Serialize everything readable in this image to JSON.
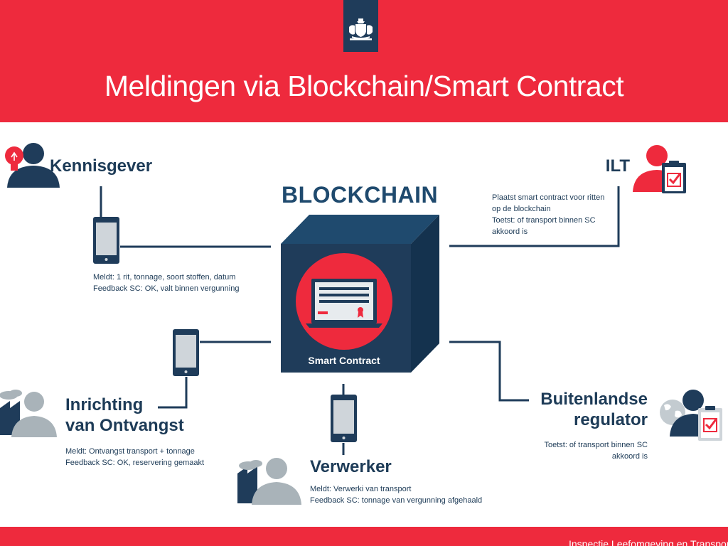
{
  "header": {
    "title": "Meldingen via Blockchain/Smart Contract"
  },
  "blockchain": {
    "title": "BLOCKCHAIN",
    "contract_label": "Smart Contract"
  },
  "actors": {
    "kennisgever": {
      "name": "Kennisgever",
      "desc": "Meldt: 1 rit, tonnage, soort stoffen, datum\nFeedback SC: OK, valt binnen vergunning"
    },
    "ilt": {
      "name": "ILT",
      "desc": "Plaatst smart contract voor ritten\nop de blockchain\nToetst: of transport binnen SC\nakkoord is"
    },
    "inrichting": {
      "name_line1": "Inrichting",
      "name_line2": "van Ontvangst",
      "desc": "Meldt: Ontvangst transport + tonnage\nFeedback SC: OK, reservering gemaakt"
    },
    "verwerker": {
      "name": "Verwerker",
      "desc": "Meldt: Verwerki van transport\nFeedback SC: tonnage van vergunning afgehaald"
    },
    "buitenlandse": {
      "name_line1": "Buitenlandse",
      "name_line2": "regulator",
      "desc": "Toetst: of transport binnen SC\nakkoord is"
    }
  },
  "footer": {
    "text": "Inspectie Leefomgeving en Transport"
  },
  "colors": {
    "red": "#ee2a3d",
    "navy": "#1f3c5a",
    "grey": "#a9b3b9"
  }
}
